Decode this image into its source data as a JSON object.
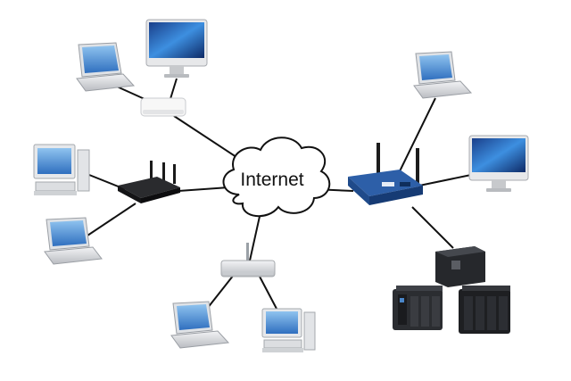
{
  "cloud": {
    "label": "Internet",
    "icon": "cloud-icon"
  },
  "colors": {
    "line": "#111111",
    "screen_blue": "#3a78c4",
    "screen_light": "#8fc3ef",
    "router_blue": "#2d5fa8",
    "device_silver": "#d5d8dc",
    "nas_dark": "#1e1f22"
  },
  "devices": [
    {
      "name": "laptop-top-left",
      "icon": "laptop-icon"
    },
    {
      "name": "imac-top-center",
      "icon": "desktop-computer-icon"
    },
    {
      "name": "airport-base-station",
      "icon": "access-point-icon"
    },
    {
      "name": "desktop-pc-left",
      "icon": "desktop-pc-icon"
    },
    {
      "name": "laptop-left",
      "icon": "laptop-icon"
    },
    {
      "name": "black-router",
      "icon": "wireless-router-icon"
    },
    {
      "name": "gray-router-bottom",
      "icon": "wireless-router-icon"
    },
    {
      "name": "laptop-bottom",
      "icon": "laptop-icon"
    },
    {
      "name": "desktop-pc-bottom",
      "icon": "desktop-pc-icon"
    },
    {
      "name": "blue-router",
      "icon": "wireless-router-icon"
    },
    {
      "name": "laptop-top-right",
      "icon": "laptop-icon"
    },
    {
      "name": "imac-right",
      "icon": "desktop-computer-icon"
    },
    {
      "name": "external-drive",
      "icon": "external-drive-icon"
    },
    {
      "name": "nas-small",
      "icon": "nas-icon"
    },
    {
      "name": "nas-large",
      "icon": "nas-icon"
    }
  ]
}
